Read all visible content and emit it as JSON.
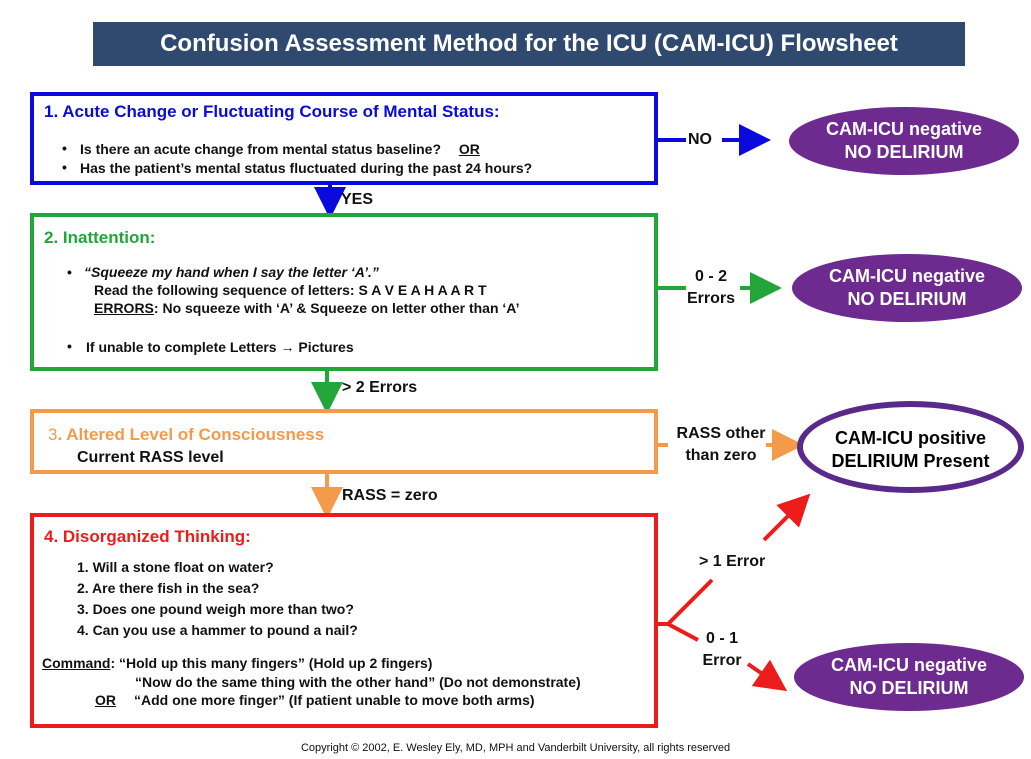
{
  "title": "Confusion Assessment Method for the ICU (CAM-ICU) Flowsheet",
  "colors": {
    "title_bg": "#2f4a6e",
    "step1": "#0a0adc",
    "step2": "#22a63a",
    "step3": "#f39a4b",
    "step4": "#ec1c1c",
    "oval_fill": "#6d2a8f"
  },
  "step1": {
    "header": "1. Acute Change or Fluctuating Course of Mental Status:",
    "bullet1": "Is there an acute change from mental status baseline?",
    "bullet1_or": "OR",
    "bullet2": "Has the patient’s mental status fluctuated during the past 24 hours?"
  },
  "step2": {
    "header": "2. Inattention:",
    "quote": "“Squeeze my hand when I say the letter ‘A’.”",
    "sequence": "Read the following sequence of letters: S A V E A H A A R T",
    "errors_label": "ERRORS",
    "errors_text": ": No squeeze with ‘A’ & Squeeze on letter other than ‘A’",
    "unable": "If unable to complete Letters → Pictures"
  },
  "step3": {
    "number": "3",
    "header": ". Altered Level of Consciousness",
    "sub": "Current RASS level"
  },
  "step4": {
    "header": "4. Disorganized Thinking:",
    "questions": [
      "1. Will a stone float on water?",
      "2. Are there fish in the sea?",
      "3. Does one pound weigh more than two?",
      "4. Can you use a hammer to pound a nail?"
    ],
    "command_label": "Command",
    "command1": ":  “Hold up this many fingers” (Hold up 2 fingers)",
    "command2": "“Now do the same thing with the other hand” (Do not demonstrate)",
    "or_label": "OR",
    "command3": "“Add one more finger” (If patient unable to move both arms)"
  },
  "labels": {
    "no": "NO",
    "yes": "YES",
    "errors_0_2_a": "0 - 2",
    "errors_0_2_b": "Errors",
    "gt2_errors": "> 2 Errors",
    "rass_other_a": "RASS other",
    "rass_other_b": "than zero",
    "rass_zero": "RASS = zero",
    "gt1_error": "> 1 Error",
    "e01_a": "0 - 1",
    "e01_b": "Error"
  },
  "outcomes": {
    "negative_line1": "CAM-ICU negative",
    "negative_line2": "NO DELIRIUM",
    "positive_line1": "CAM-ICU positive",
    "positive_line2": "DELIRIUM Present"
  },
  "copyright": "Copyright © 2002, E. Wesley Ely, MD, MPH and Vanderbilt University, all rights reserved"
}
